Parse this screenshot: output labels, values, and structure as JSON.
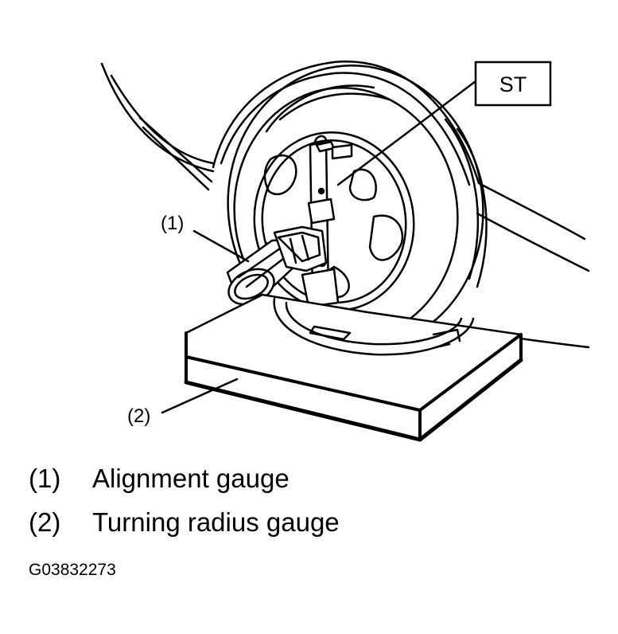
{
  "callouts": {
    "st": "ST",
    "item1": "(1)",
    "item2": "(2)"
  },
  "legend": [
    {
      "number": "(1)",
      "text": "Alignment gauge"
    },
    {
      "number": "(2)",
      "text": "Turning radius gauge"
    }
  ],
  "figure_id": "G03832273"
}
